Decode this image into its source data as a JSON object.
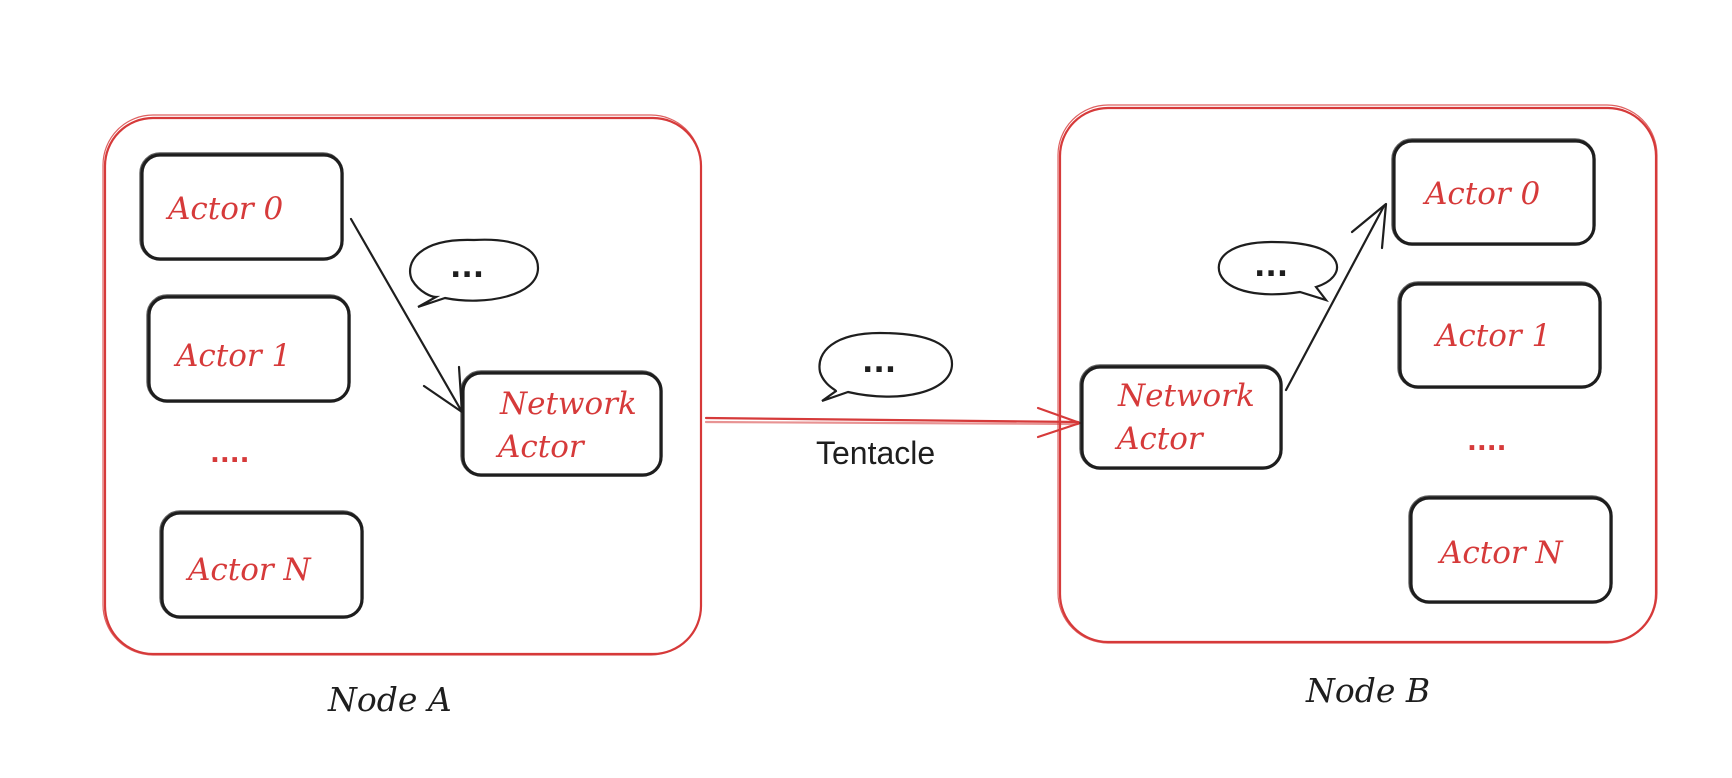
{
  "node_a": {
    "label": "Node A",
    "actors": [
      "Actor 0",
      "Actor 1",
      "Actor N"
    ],
    "ellipsis": "....",
    "network_actor": [
      "Network",
      "Actor"
    ],
    "message": "..."
  },
  "node_b": {
    "label": "Node B",
    "actors": [
      "Actor 0",
      "Actor 1",
      "Actor N"
    ],
    "ellipsis": "....",
    "network_actor": [
      "Network",
      "Actor"
    ],
    "message": "..."
  },
  "link": {
    "label": "Tentacle",
    "message": "..."
  },
  "colors": {
    "accent": "#d63a3a",
    "ink": "#1e1e1e"
  }
}
